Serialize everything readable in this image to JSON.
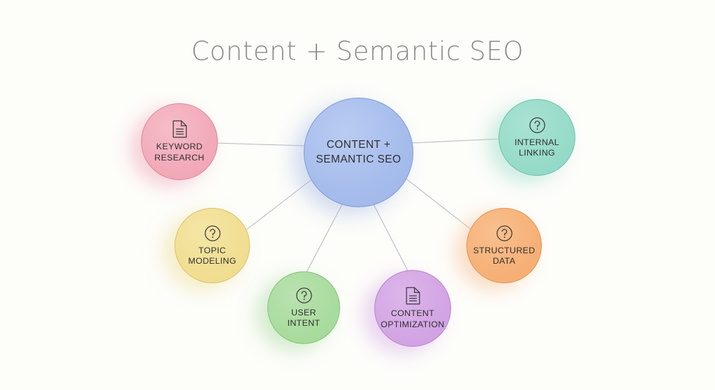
{
  "diagram": {
    "title": "Content + Semantic SEO",
    "background_color": "#fdfdfa",
    "title_color": "#8a8a8a",
    "edge_color": "#b9bcc2",
    "label_color": "#2f2f2f",
    "central": {
      "id": "central",
      "label": "CONTENT +\nSEMANTIC SEO",
      "color": "#a7bdec",
      "border_color": "#7f9ad6",
      "icon": "none"
    },
    "nodes": [
      {
        "id": "keyword-research",
        "label": "KEYWORD\nRESEARCH",
        "icon": "document-icon",
        "color": "#f2aab9",
        "border_color": "#dd8598"
      },
      {
        "id": "internal-linking",
        "label": "INTERNAL\nLINKING",
        "icon": "question-mark-icon",
        "color": "#97dbc9",
        "border_color": "#6dbfa9"
      },
      {
        "id": "topic-modeling",
        "label": "TOPIC\nMODELING",
        "icon": "question-mark-icon",
        "color": "#f1de92",
        "border_color": "#d8c268"
      },
      {
        "id": "structured-data",
        "label": "STRUCTURED\nDATA",
        "icon": "question-mark-icon",
        "color": "#f6b178",
        "border_color": "#e0945a"
      },
      {
        "id": "user-intent",
        "label": "USER\nINTENT",
        "icon": "question-mark-icon",
        "color": "#a9dc9e",
        "border_color": "#82c277"
      },
      {
        "id": "content-optimization",
        "label": "CONTENT\nOPTIMIZATION",
        "icon": "document-icon",
        "color": "#d3a5e4",
        "border_color": "#b882cd"
      }
    ],
    "edges": [
      {
        "from": "central",
        "to": "keyword-research"
      },
      {
        "from": "central",
        "to": "internal-linking"
      },
      {
        "from": "central",
        "to": "topic-modeling"
      },
      {
        "from": "central",
        "to": "structured-data"
      },
      {
        "from": "central",
        "to": "user-intent"
      },
      {
        "from": "central",
        "to": "content-optimization"
      }
    ]
  }
}
